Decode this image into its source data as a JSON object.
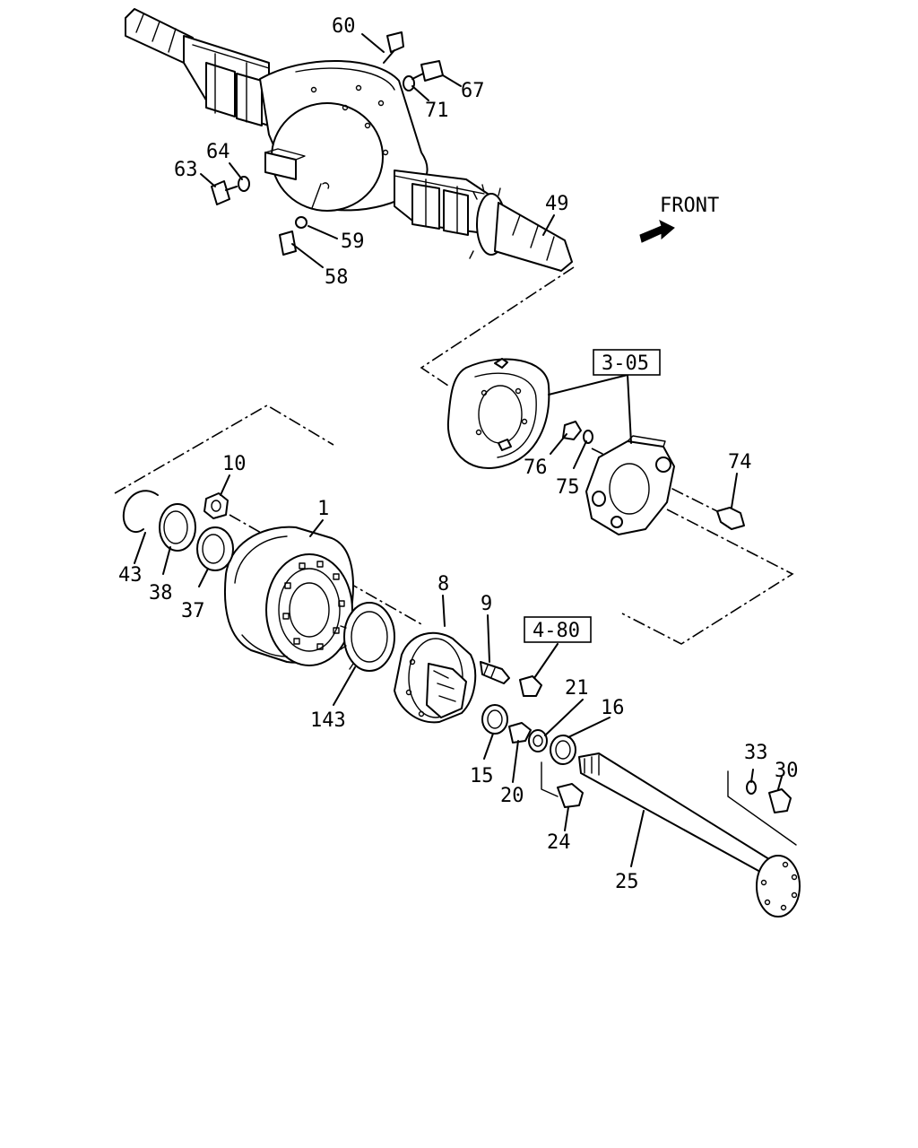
{
  "orientation": {
    "text": "FRONT",
    "icon": "arrow-icon"
  },
  "references": [
    "3-05",
    "4-80"
  ],
  "callouts": [
    "60",
    "67",
    "71",
    "64",
    "63",
    "49",
    "59",
    "58",
    "10",
    "1",
    "43",
    "38",
    "37",
    "76",
    "75",
    "74",
    "8",
    "9",
    "143",
    "21",
    "16",
    "15",
    "20",
    "33",
    "30",
    "24",
    "25"
  ]
}
